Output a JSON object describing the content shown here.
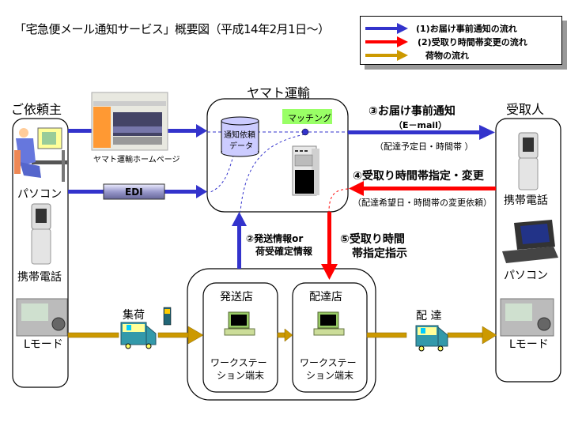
{
  "title": "「宅急便メール通知サービス」概要図（平成14年2月1日〜）",
  "legend": {
    "items": [
      {
        "label": "(1)お届け事前通知の流れ",
        "color": "#3333cc"
      },
      {
        "label": "(2)受取り時間帯変更の流れ",
        "color": "#ff0000"
      },
      {
        "label": "荷物の流れ",
        "color": "#cc9900"
      }
    ]
  },
  "sender": {
    "title": "ご依頼主",
    "devices": [
      "パソコン",
      "携帯電話",
      "Lモード"
    ]
  },
  "homepage_label": "ヤマト運輸ホームページ",
  "edi_label": "EDI",
  "yamato": {
    "title": "ヤマト運輸",
    "matching_label": "マッチング",
    "database_label": "通知依頼\nデータ",
    "database_line1": "通知依頼",
    "database_line2": "データ"
  },
  "recipient": {
    "title": "受取人",
    "devices": [
      "携帯電話",
      "パソコン",
      "Lモード"
    ]
  },
  "flows": {
    "step3_title": "③お届け事前通知",
    "step3_sub": "（E－mail）",
    "step3_note": "（配達予定日・時間帯 ）",
    "step4_title": "④受取り時間帯指定・変更",
    "step4_note": "（配達希望日・時間帯の変更依頼）",
    "step2_line1": "②発送情報or",
    "step2_line2": "荷受確定情報",
    "step5_line1": "⑤受取り時間",
    "step5_line2": "帯指定指示"
  },
  "stores": {
    "shipping": {
      "title": "発送店",
      "line1": "ワークステー",
      "line2": "ション端末"
    },
    "delivery": {
      "title": "配達店",
      "line1": "ワークステー",
      "line2": "ション端末"
    }
  },
  "pickup_label": "集荷",
  "delivery_label": "配 達",
  "colors": {
    "blue": "#3333cc",
    "red": "#ff0000",
    "gold": "#cc9900",
    "matching_bg": "#99ff66",
    "db_fill": "#ccccff"
  }
}
